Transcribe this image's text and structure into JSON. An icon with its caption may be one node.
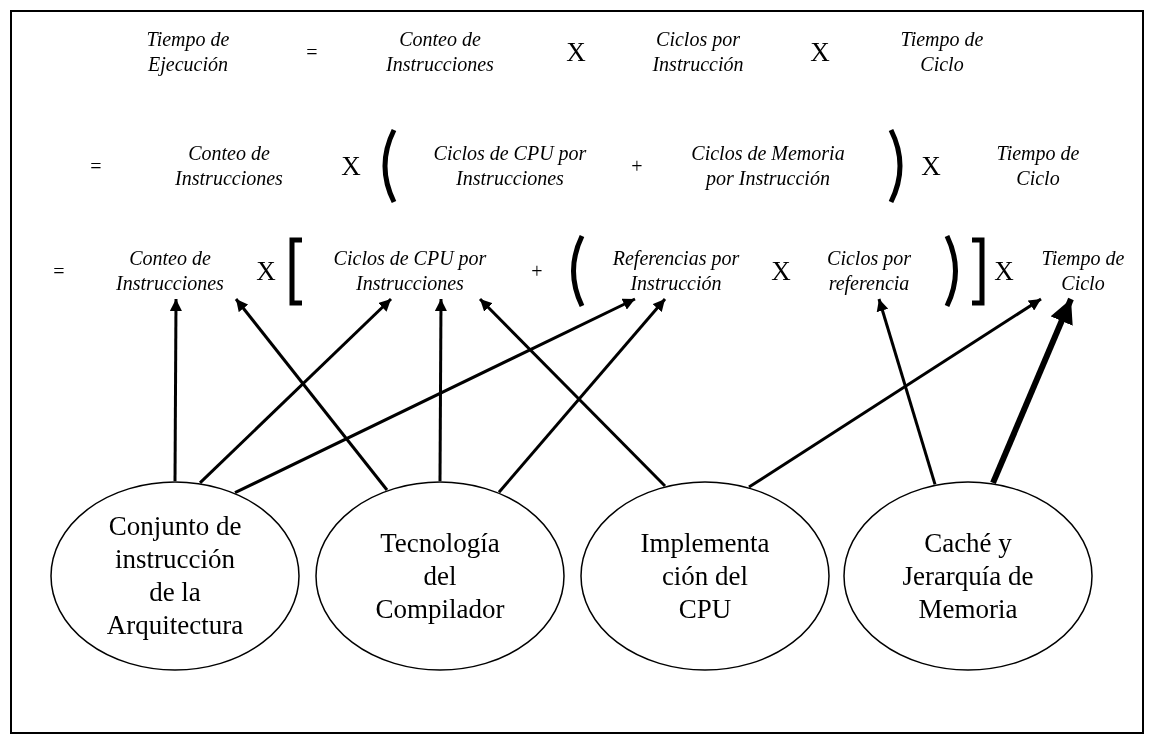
{
  "diagram": {
    "nodes": [
      {
        "text": [
          "Conteo de Instrucciones"
        ]
      },
      {
        "text": [
          "Ciclos de CPU por Instrucciones"
        ]
      },
      {
        "text": [
          "Referencias por Instrucción"
        ]
      },
      {
        "text": [
          "Ciclos por referencia"
        ]
      },
      {
        "text": [
          "Tiempo de Ciclo"
        ]
      },
      {
        "text": [
          "Conjunto de instrucción de la Arquitectura"
        ]
      },
      {
        "text": [
          "Tecnología del Compilador"
        ]
      },
      {
        "text": [
          "Implementación del CPU"
        ]
      },
      {
        "text": [
          "Caché y Jerarquía de Memoria"
        ]
      }
    ],
    "edges": [
      {
        "from": 5,
        "to": 0,
        "arrow": "to"
      },
      {
        "from": 5,
        "to": 1,
        "arrow": "to"
      },
      {
        "from": 5,
        "to": 2,
        "arrow": "to"
      },
      {
        "from": 6,
        "to": 0,
        "arrow": "to"
      },
      {
        "from": 6,
        "to": 1,
        "arrow": "to"
      },
      {
        "from": 6,
        "to": 2,
        "arrow": "to"
      },
      {
        "from": 7,
        "to": 1,
        "arrow": "to"
      },
      {
        "from": 7,
        "to": 4,
        "arrow": "to"
      },
      {
        "from": 8,
        "to": 3,
        "arrow": "to"
      },
      {
        "from": 8,
        "to": 4,
        "arrow": "to",
        "style": "thick"
      }
    ],
    "labels": [
      "Tiempo de Ejecución",
      "=",
      "Conteo de Instrucciones",
      "X",
      "Ciclos por Instrucción",
      "X",
      "Tiempo de Ciclo",
      "=",
      "Conteo de Instrucciones",
      "X",
      "Ciclos de CPU por Instrucciones",
      "+",
      "Ciclos de Memoria por Instrucción",
      "X",
      "Tiempo de Ciclo",
      "=",
      "X",
      "+",
      "X",
      "X"
    ]
  }
}
